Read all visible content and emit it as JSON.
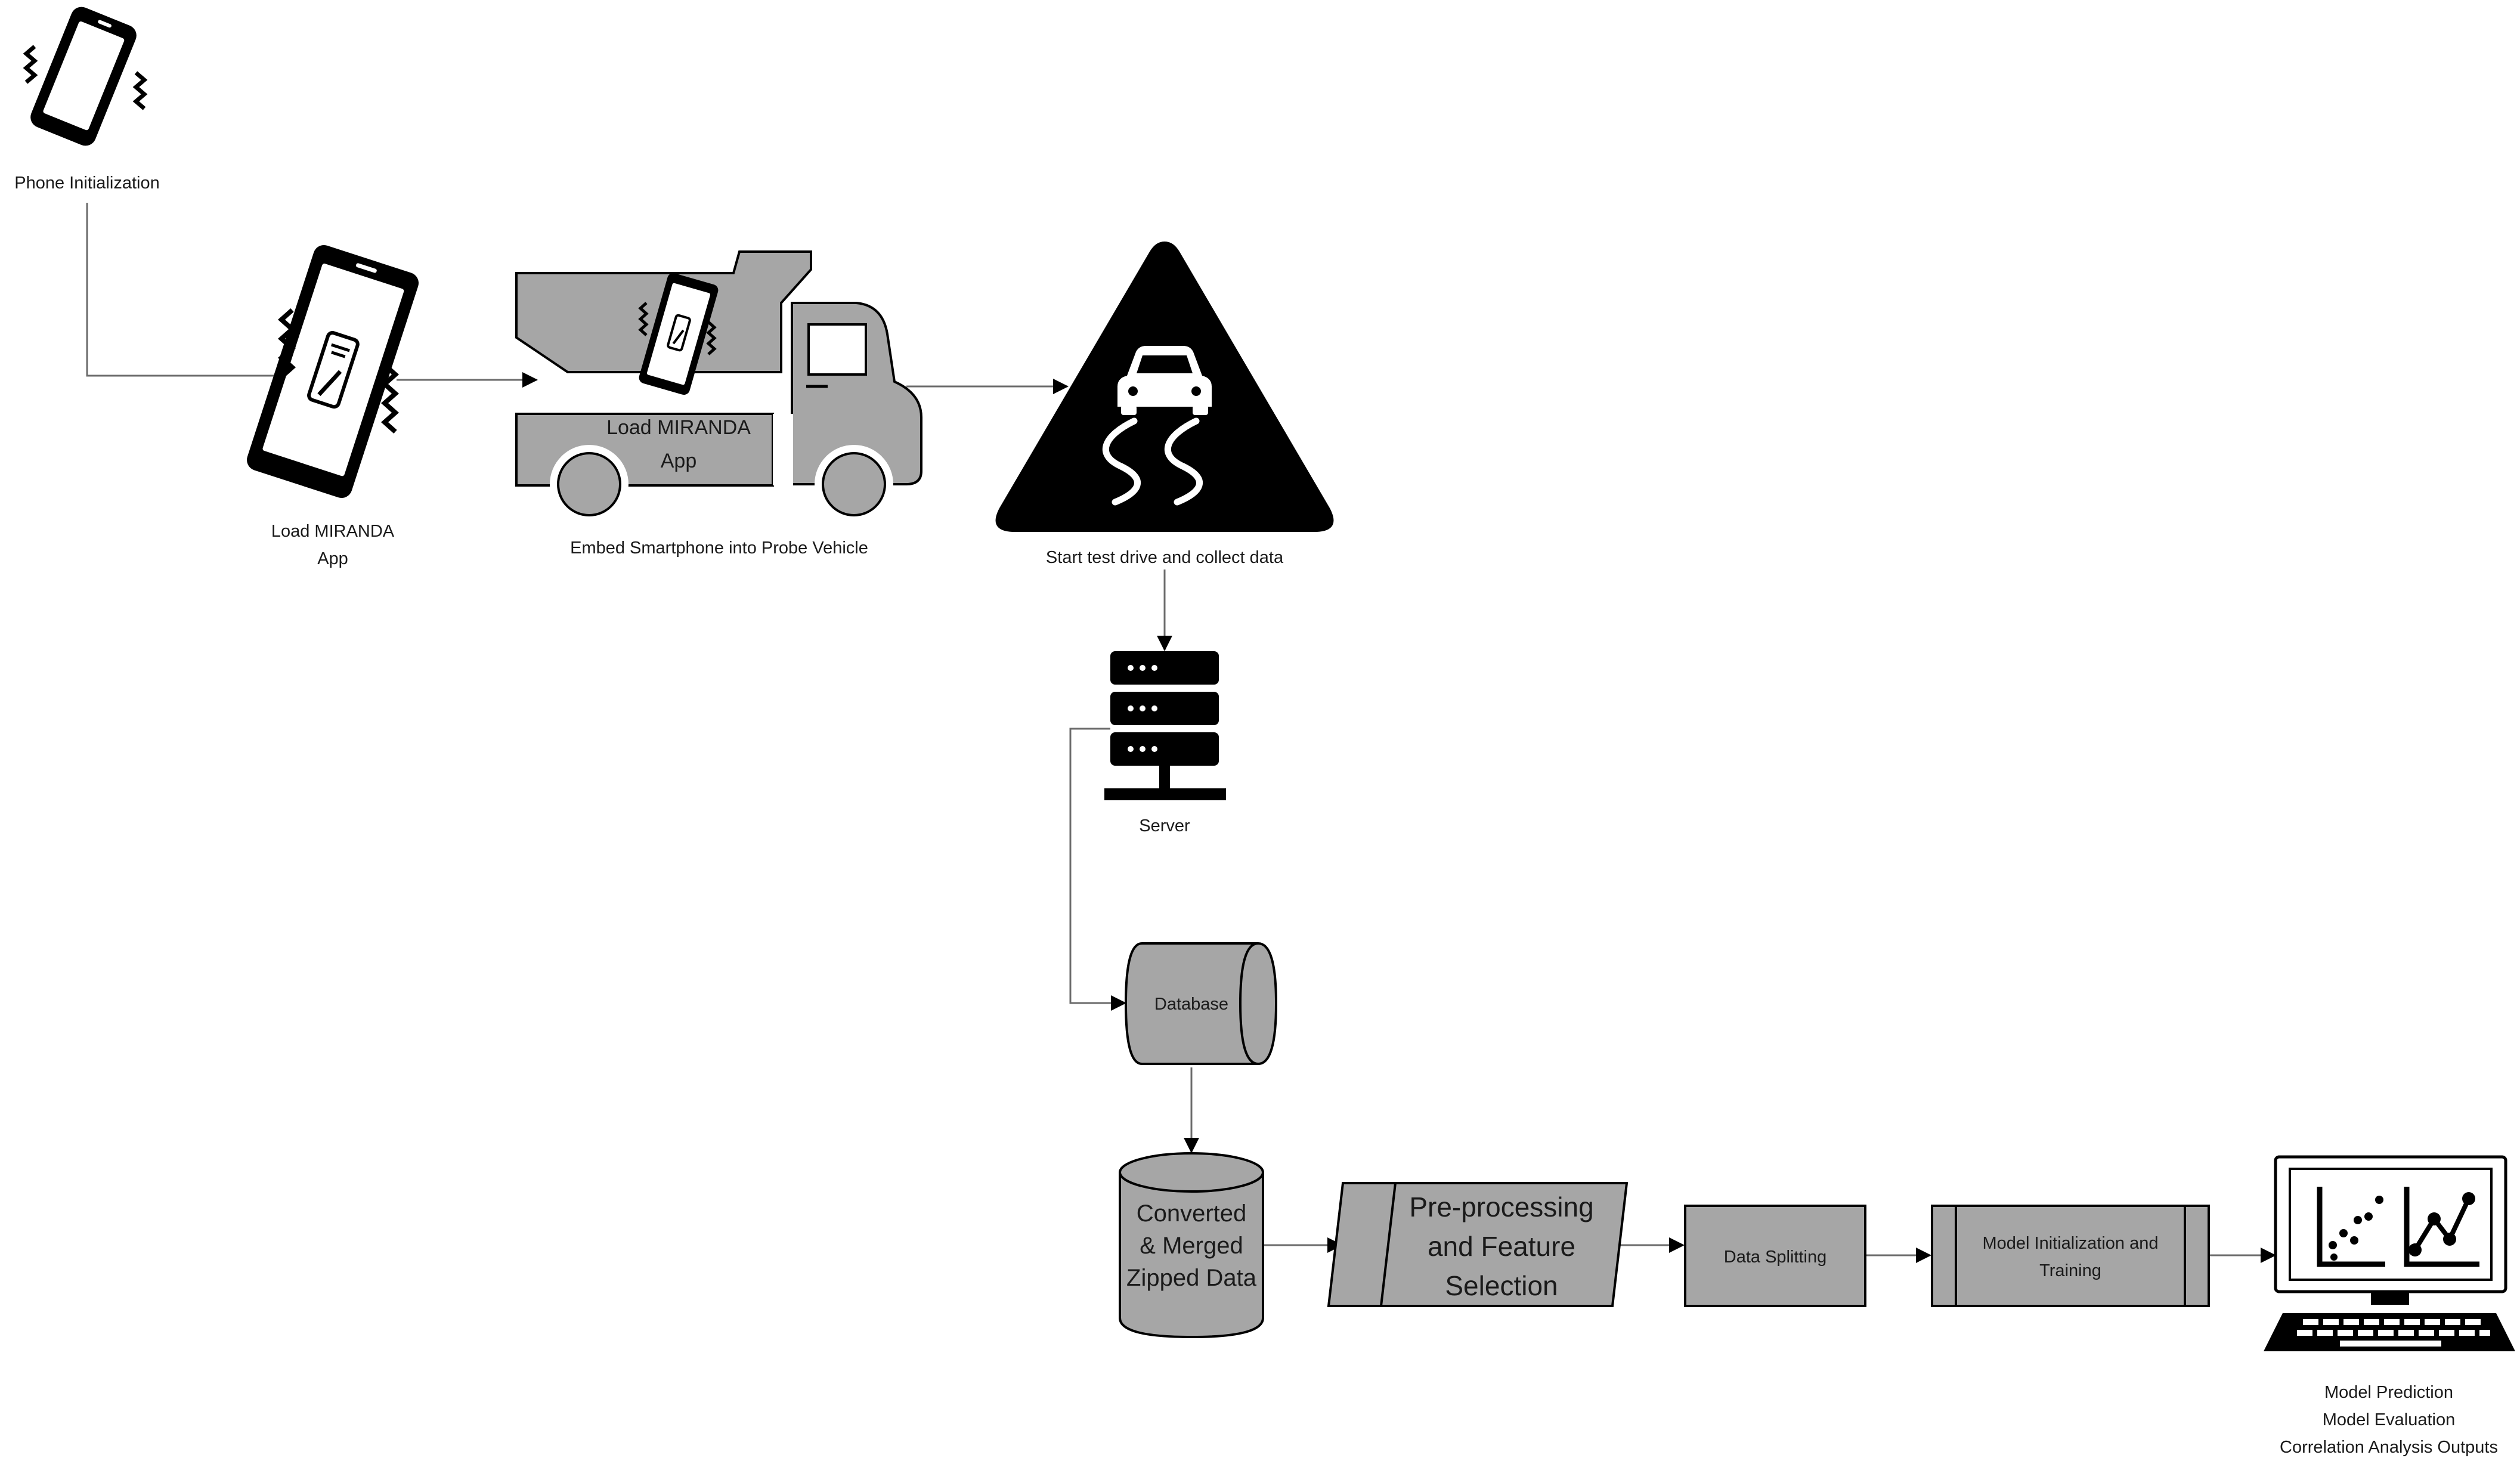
{
  "labels": {
    "phone_init": "Phone Initialization",
    "load_app_1": "Load MIRANDA",
    "load_app_2": "App",
    "truck_app_1": "Load MIRANDA",
    "truck_app_2": "App",
    "embed": "Embed Smartphone into Probe Vehicle",
    "test_drive": "Start test drive and collect data",
    "server": "Server",
    "database": "Database",
    "zipped_1": "Converted",
    "zipped_2": "& Merged",
    "zipped_3": "Zipped Data",
    "preproc_1": "Pre-processing",
    "preproc_2": "and Feature",
    "preproc_3": "Selection",
    "splitting": "Data Splitting",
    "training_1": "Model Initialization and",
    "training_2": "Training",
    "out_1": "Model Prediction",
    "out_2": "Model Evaluation",
    "out_3": "Correlation Analysis Outputs"
  },
  "icons": {
    "phone": "vibrating-smartphone-icon",
    "truck": "dump-truck-icon",
    "warning": "slippery-road-warning-icon",
    "server": "server-rack-icon",
    "computer": "computer-charts-icon"
  },
  "colors": {
    "node_fill": "#a6a6a6",
    "stroke": "#000000",
    "line": "#6b6b6b"
  }
}
